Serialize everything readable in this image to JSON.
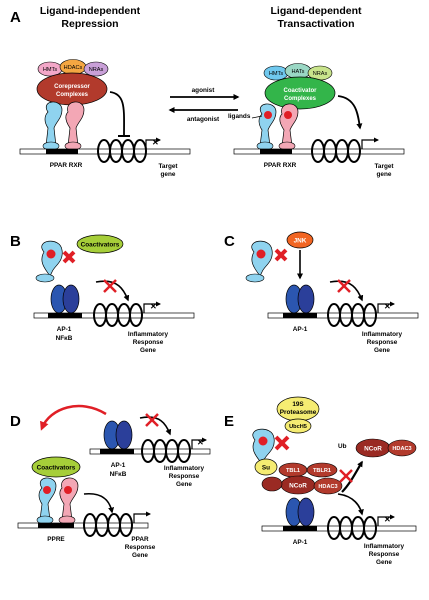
{
  "panels": {
    "A": {
      "letter": "A",
      "left_title_1": "Ligand-independent",
      "left_title_2": "Repression",
      "right_title_1": "Ligand-dependent",
      "right_title_2": "Transactivation",
      "corepressor_cofactors": [
        "HMTs",
        "HDACs",
        "NRAs"
      ],
      "corepressor_1": "Corepressor",
      "corepressor_2": "Complexes",
      "coactivator_cofactors": [
        "HMTs",
        "HATs",
        "NRAs"
      ],
      "coactivator_1": "Coactivator",
      "coactivator_2": "Complexes",
      "agonist": "agonist",
      "antagonist": "antagonist",
      "ligands": "ligands",
      "receptors_left": "PPAR RXR",
      "receptors_right": "PPAR RXR",
      "target_1": "Target",
      "target_2": "gene"
    },
    "B": {
      "letter": "B",
      "coactivators": "Coactivators",
      "tf_1": "AP-1",
      "tf_2": "NFκB",
      "resp_1": "Inflammatory",
      "resp_2": "Response",
      "resp_3": "Gene"
    },
    "C": {
      "letter": "C",
      "jnk": "JNK",
      "tf_1": "AP-1",
      "resp_1": "Inflammatory",
      "resp_2": "Response",
      "resp_3": "Gene"
    },
    "D": {
      "letter": "D",
      "coactivators": "Coactivators",
      "tf_1": "AP-1",
      "tf_2": "NFκB",
      "resp_1": "Inflammatory",
      "resp_2": "Response",
      "resp_3": "Gene",
      "ppre": "PPRE",
      "ppar_1": "PPAR",
      "ppar_2": "Response",
      "ppar_3": "Gene"
    },
    "E": {
      "letter": "E",
      "proteasome_1": "19S",
      "proteasome_2": "Proteasome",
      "ubch5": "UbcH5",
      "su": "Su",
      "tbl1": "TBL1",
      "tblr1": "TBLR1",
      "ncor": "NCoR",
      "hdac": "HDAC3",
      "ub": "Ub",
      "ncor_free": "NCoR",
      "hdac_free": "HDAC3",
      "tf_1": "AP-1",
      "resp_1": "Inflammatory",
      "resp_2": "Response",
      "resp_3": "Gene"
    }
  },
  "colors": {
    "corepressor": "#b23a2c",
    "coactivator": "#33b54a",
    "inhibition": "#e01f26",
    "ppar": "#8fd3ef",
    "rxr": "#f3a7b5",
    "ap1": "#2b3f9a",
    "jnk": "#f16522",
    "ligand": "#e01f26",
    "coactivators_bubble": "#a6ce39",
    "proteasome": "#f5ec72"
  }
}
